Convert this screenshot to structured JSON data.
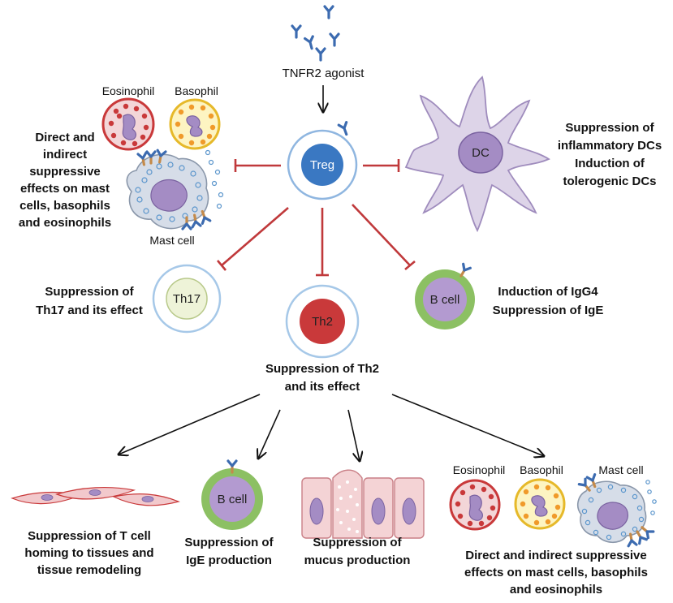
{
  "agonist": {
    "label": "TNFR2 agonist"
  },
  "cells": {
    "treg": "Treg",
    "dc": "DC",
    "th17": "Th17",
    "th2": "Th2",
    "b_cell_top": "B cell",
    "b_cell_bottom": "B cell",
    "eosinophil_top": "Eosinophil",
    "basophil_top": "Basophil",
    "mast_cell_top": "Mast cell",
    "eosinophil_bottom": "Eosinophil",
    "basophil_bottom": "Basophil",
    "mast_cell_bottom": "Mast cell"
  },
  "effects": {
    "granulocytes_top": [
      "Direct and",
      "indirect",
      "suppressive",
      "effects on mast",
      "cells, basophils",
      "and eosinophils"
    ],
    "dc": [
      "Suppression of",
      "inflammatory DCs",
      "Induction of",
      "tolerogenic DCs"
    ],
    "th17": [
      "Suppression of",
      "Th17 and its effect"
    ],
    "b_cell": [
      "Induction of IgG4",
      "Suppression of IgE"
    ],
    "th2": [
      "Suppression of Th2",
      "and its effect"
    ],
    "t_cell_homing": [
      "Suppression of T cell",
      "homing to tissues and",
      "tissue remodeling"
    ],
    "ige_production": [
      "Suppression of",
      "IgE production"
    ],
    "mucus": [
      "Suppression of",
      "mucus production"
    ],
    "granulocytes_bottom": [
      "Direct and indirect suppressive",
      "effects on mast cells, basophils",
      "and eosinophils"
    ]
  },
  "colors": {
    "inhibition": "#c0393b",
    "treg": "#3a78c2",
    "th2": "#c9393a",
    "dc": "#ddd4e8",
    "b_cell_ring": "#8cc063",
    "b_cell_core": "#b39ad0",
    "antibody": "#3c6bb0"
  }
}
